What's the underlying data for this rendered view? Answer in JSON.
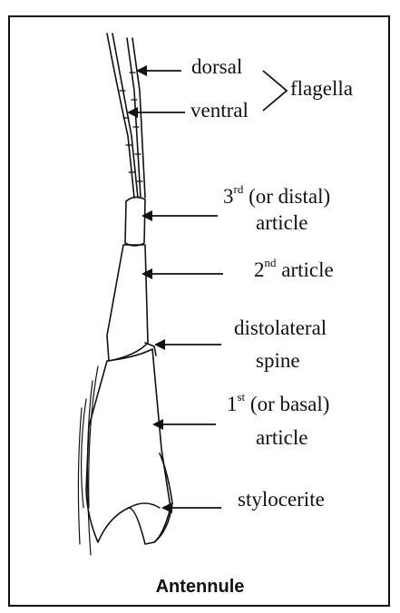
{
  "labels": {
    "dorsal": "dorsal",
    "ventral": "ventral",
    "flagella": "flagella",
    "third_main": "3",
    "third_sup": "rd",
    "third_rest": " (or distal)",
    "third_line2": "article",
    "second_main": "2",
    "second_sup": "nd",
    "second_rest": " article",
    "spine_line1": "distolateral",
    "spine_line2": "spine",
    "first_main": "1",
    "first_sup": "st",
    "first_rest": " (or basal)",
    "first_line2": "article",
    "stylocerite": "stylocerite"
  },
  "caption": "Antennule",
  "colors": {
    "ink": "#111111",
    "background": "#ffffff"
  }
}
